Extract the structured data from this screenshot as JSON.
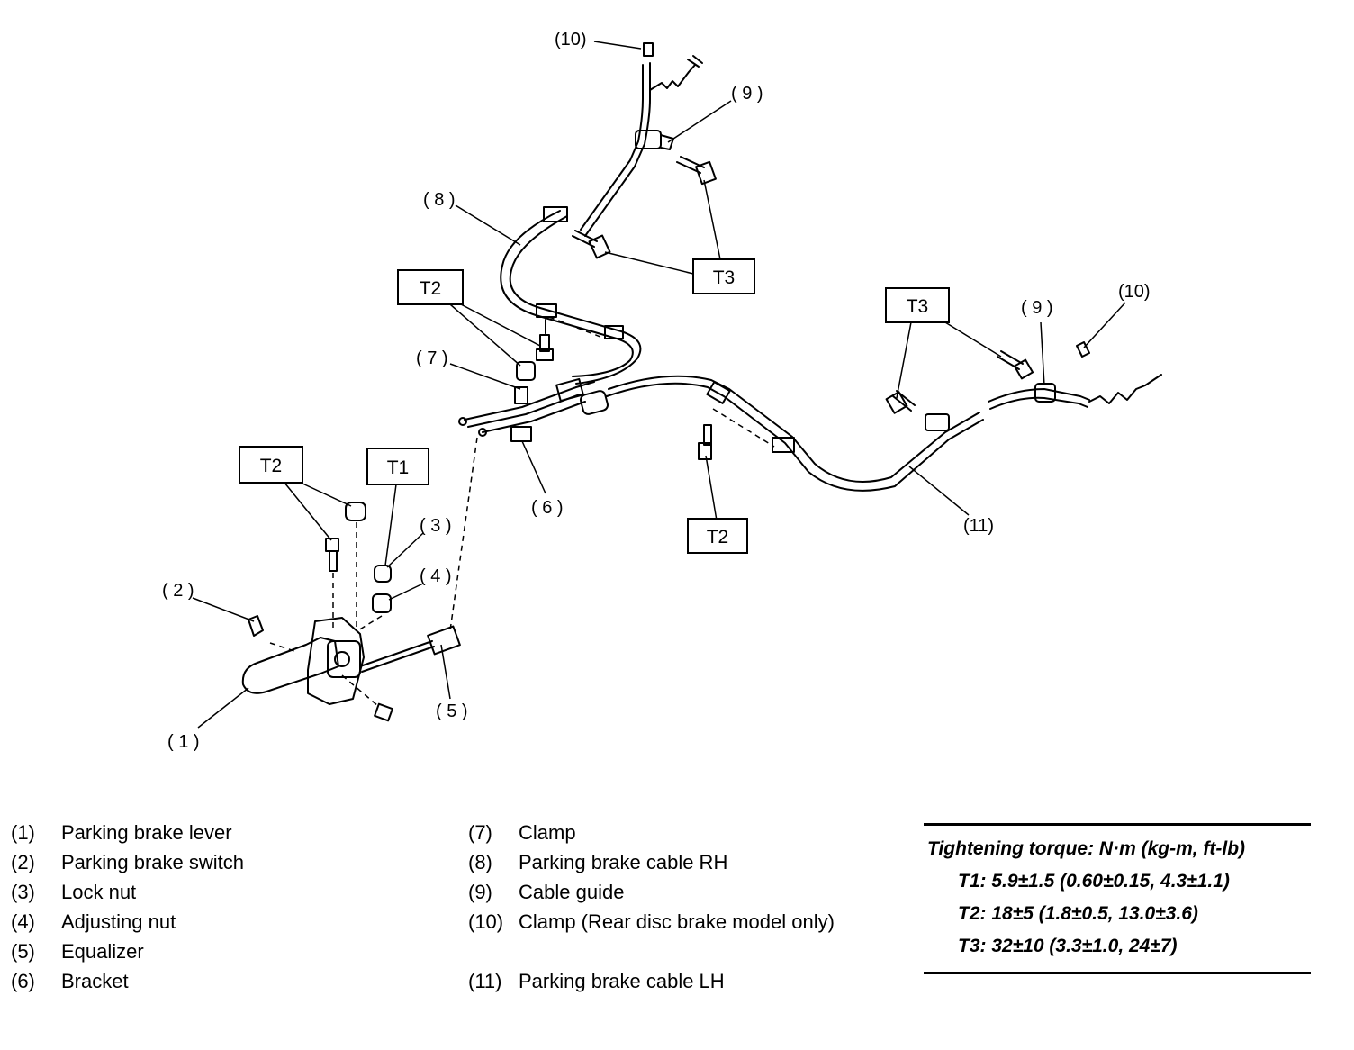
{
  "diagram": {
    "callouts": {
      "c1": "( 1 )",
      "c2": "( 2 )",
      "c3": "( 3 )",
      "c4": "( 4 )",
      "c5": "( 5 )",
      "c6": "( 6 )",
      "c7": "( 7 )",
      "c8": "( 8 )",
      "c9_top": "( 9 )",
      "c9_right": "( 9 )",
      "c10_top": "(10)",
      "c10_right": "(10)",
      "c11": "(11)"
    },
    "torque_boxes": {
      "t2_upper": "T2",
      "t3_upper": "T3",
      "t3_right": "T3",
      "t2_left": "T2",
      "t1": "T1",
      "t2_lower": "T2"
    }
  },
  "legend_left": [
    {
      "num": "(1)",
      "label": "Parking brake lever"
    },
    {
      "num": "(2)",
      "label": "Parking brake switch"
    },
    {
      "num": "(3)",
      "label": "Lock nut"
    },
    {
      "num": "(4)",
      "label": "Adjusting nut"
    },
    {
      "num": "(5)",
      "label": "Equalizer"
    },
    {
      "num": "(6)",
      "label": "Bracket"
    }
  ],
  "legend_right": [
    {
      "num": "(7)",
      "label": "Clamp"
    },
    {
      "num": "(8)",
      "label": "Parking brake cable RH"
    },
    {
      "num": "(9)",
      "label": "Cable guide"
    },
    {
      "num": "(10)",
      "label": "Clamp (Rear disc brake model only)"
    },
    {
      "num": "(11)",
      "label": "Parking brake cable LH"
    }
  ],
  "torque": {
    "title": "Tightening torque: N·m (kg-m, ft-lb)",
    "specs": [
      "T1: 5.9±1.5 (0.60±0.15, 4.3±1.1)",
      "T2: 18±5 (1.8±0.5, 13.0±3.6)",
      "T3: 32±10 (3.3±1.0, 24±7)"
    ]
  }
}
